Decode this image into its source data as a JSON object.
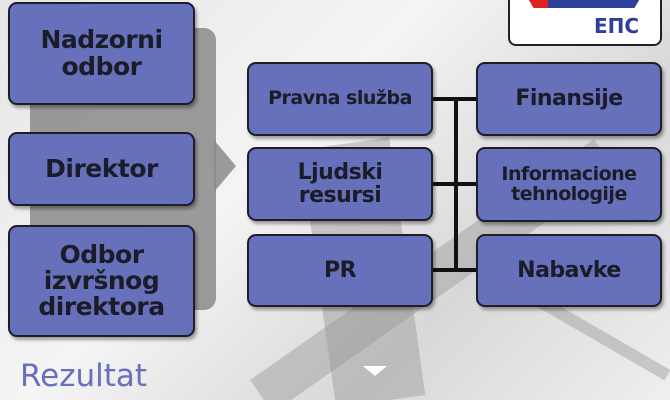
{
  "logo": {
    "text": "ЕПС",
    "colors": {
      "blue": "#2f3f9c",
      "red": "#e02020"
    }
  },
  "left_boxes": [
    {
      "label": "Nadzorni odbor"
    },
    {
      "label": "Direktor"
    },
    {
      "label": "Odbor izvršnog direktora"
    }
  ],
  "middle_boxes": [
    {
      "label": "Pravna služba"
    },
    {
      "label": "Ljudski resursi"
    },
    {
      "label": "PR"
    }
  ],
  "right_boxes": [
    {
      "label": "Finansije"
    },
    {
      "label": "Informacione tehnologije"
    },
    {
      "label": "Nabavke"
    }
  ],
  "footer": {
    "label": "Rezultat"
  },
  "colors": {
    "box": "#6670bb",
    "footer_text": "#6670bb"
  }
}
